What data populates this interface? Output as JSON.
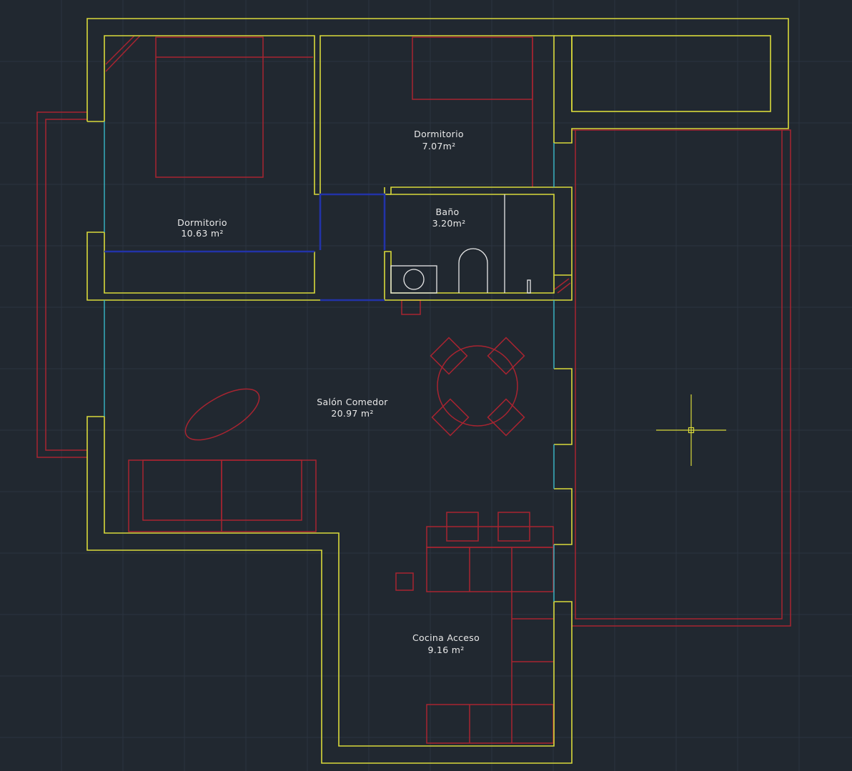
{
  "rooms": [
    {
      "name": "Dormitorio",
      "area": "10.63 m²"
    },
    {
      "name": "Dormitorio",
      "area": "7.07m²"
    },
    {
      "name": "Baño",
      "area": "3.20m²"
    },
    {
      "name": "Salón Comedor",
      "area": "20.97 m²"
    },
    {
      "name": "Cocina Acceso",
      "area": "9.16 m²"
    }
  ],
  "colors": {
    "background": "#212830",
    "walls": "#d9d93a",
    "furniture": "#a82430",
    "windows": "#38b8c8",
    "doors": "#2233a8",
    "fixtures": "#e8e8e8",
    "labels": "#e9e9e9"
  },
  "icons": {
    "cursor": "crosshair-cursor-icon"
  }
}
